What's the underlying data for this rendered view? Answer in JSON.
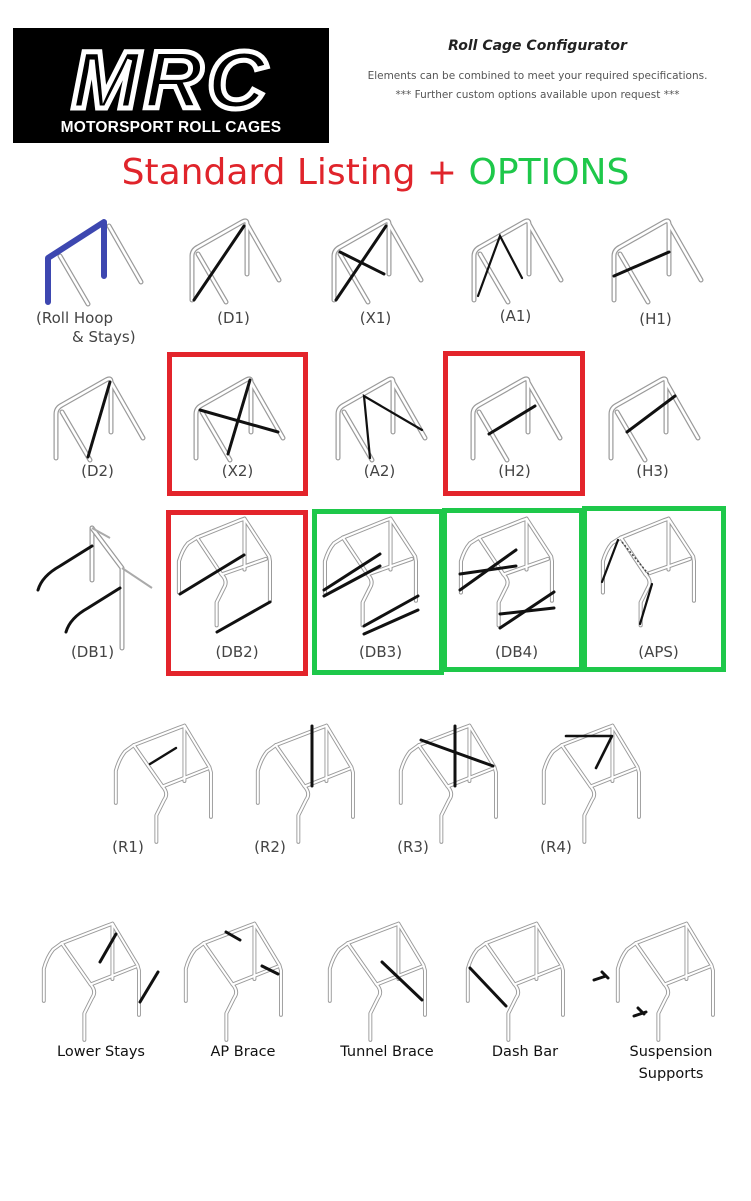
{
  "header": {
    "logo_text": "MRC",
    "logo_subtitle": "MOTORSPORT ROLL CAGES",
    "title": "Roll Cage Configurator",
    "line1": "Elements can be combined to meet your required specifications.",
    "line2": "*** Further custom options available upon request ***"
  },
  "headline": {
    "standard": "Standard Listing",
    "plus": " + ",
    "options": "OPTIONS",
    "standard_color": "#e0242b",
    "options_color": "#1ec84a"
  },
  "rows": {
    "row1": [
      "(Roll Hoop",
      "(D1)",
      "(X1)",
      "(A1)",
      "(H1)"
    ],
    "row1_extra": "& Stays)",
    "row2": [
      "(D2)",
      "(X2)",
      "(A2)",
      "(H2)",
      "(H3)"
    ],
    "row3": [
      "(DB1)",
      "(DB2)",
      "(DB3)",
      "(DB4)",
      "(APS)"
    ],
    "row4": [
      "(R1)",
      "(R2)",
      "(R3)",
      "(R4)"
    ],
    "row5": [
      "Lower Stays",
      "AP Brace",
      "Tunnel Brace",
      "Dash Bar",
      "Suspension",
      "Supports"
    ]
  },
  "highlights": {
    "standard": [
      "X2",
      "H2",
      "DB2"
    ],
    "options": [
      "DB3",
      "DB4",
      "APS"
    ]
  },
  "colors": {
    "standard_box": "#e3242b",
    "option_box": "#1ec84a",
    "roll_hoop_blue": "#3d47b0"
  }
}
